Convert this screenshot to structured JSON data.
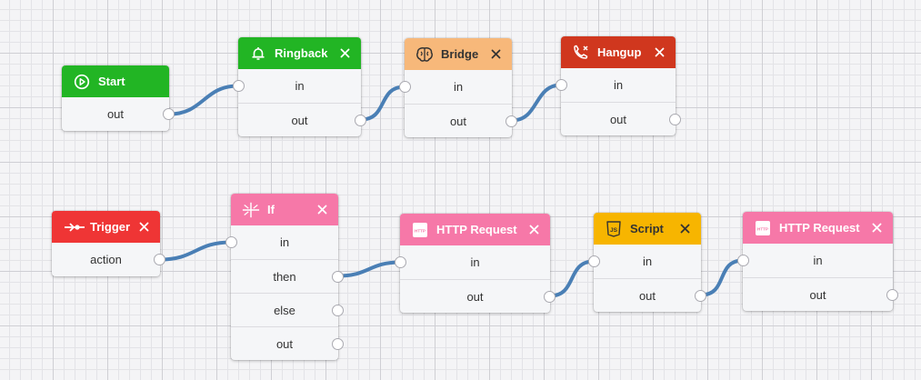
{
  "colors": {
    "edge": "#4a7fb5"
  },
  "nodes": [
    {
      "id": "start",
      "title": "Start",
      "icon": "play-circle-icon",
      "color": "#22b524",
      "ports": [
        {
          "label": "out",
          "side": "out"
        }
      ]
    },
    {
      "id": "ringback",
      "title": "Ringback",
      "icon": "bell-icon",
      "color": "#22b524",
      "closable": true,
      "ports": [
        {
          "label": "in",
          "side": "in"
        },
        {
          "label": "out",
          "side": "out"
        }
      ]
    },
    {
      "id": "bridge",
      "title": "Bridge",
      "icon": "bridge-icon",
      "color": "#f7b87a",
      "closable": true,
      "ports": [
        {
          "label": "in",
          "side": "in"
        },
        {
          "label": "out",
          "side": "out"
        }
      ]
    },
    {
      "id": "hangup",
      "title": "Hangup",
      "icon": "phone-hangup-icon",
      "color": "#d0371e",
      "closable": true,
      "ports": [
        {
          "label": "in",
          "side": "in"
        },
        {
          "label": "out",
          "side": "out"
        }
      ]
    },
    {
      "id": "trigger",
      "title": "Trigger",
      "icon": "trigger-icon",
      "color": "#ef3535",
      "closable": true,
      "ports": [
        {
          "label": "action",
          "side": "out"
        }
      ]
    },
    {
      "id": "if",
      "title": "If",
      "icon": "branch-icon",
      "color": "#f678a8",
      "closable": true,
      "ports": [
        {
          "label": "in",
          "side": "in"
        },
        {
          "label": "then",
          "side": "out"
        },
        {
          "label": "else",
          "side": "out"
        },
        {
          "label": "out",
          "side": "out"
        }
      ]
    },
    {
      "id": "http1",
      "title": "HTTP Request",
      "icon": "http-icon",
      "color": "#f678a8",
      "closable": true,
      "ports": [
        {
          "label": "in",
          "side": "in"
        },
        {
          "label": "out",
          "side": "out"
        }
      ]
    },
    {
      "id": "script",
      "title": "Script",
      "icon": "js-icon",
      "color": "#f7b500",
      "closable": true,
      "ports": [
        {
          "label": "in",
          "side": "in"
        },
        {
          "label": "out",
          "side": "out"
        }
      ]
    },
    {
      "id": "http2",
      "title": "HTTP Request",
      "icon": "http-icon",
      "color": "#f678a8",
      "closable": true,
      "ports": [
        {
          "label": "in",
          "side": "in"
        },
        {
          "label": "out",
          "side": "out"
        }
      ]
    }
  ],
  "connections": [
    {
      "from": "start",
      "from_port": 0,
      "to": "ringback",
      "to_port": 0
    },
    {
      "from": "ringback",
      "from_port": 1,
      "to": "bridge",
      "to_port": 0
    },
    {
      "from": "bridge",
      "from_port": 1,
      "to": "hangup",
      "to_port": 0
    },
    {
      "from": "trigger",
      "from_port": 0,
      "to": "if",
      "to_port": 0
    },
    {
      "from": "if",
      "from_port": 1,
      "to": "http1",
      "to_port": 0
    },
    {
      "from": "http1",
      "from_port": 1,
      "to": "script",
      "to_port": 0
    },
    {
      "from": "script",
      "from_port": 1,
      "to": "http2",
      "to_port": 0
    }
  ]
}
